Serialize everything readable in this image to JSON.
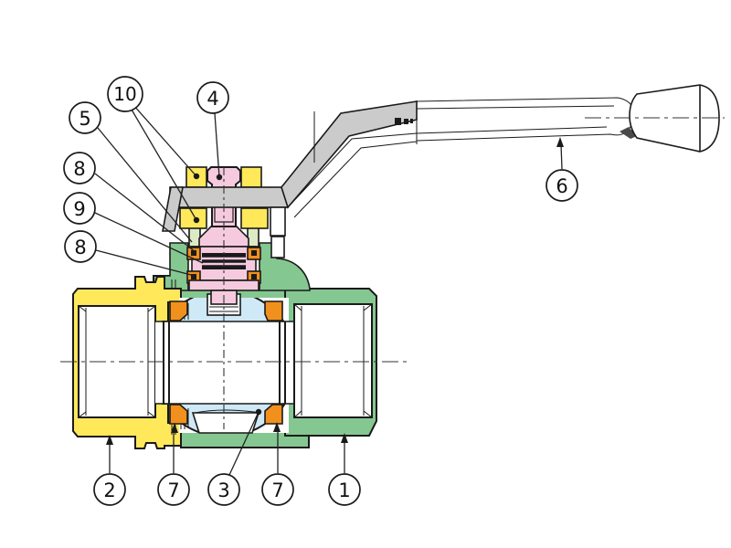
{
  "diagram": {
    "kind": "ball-valve-sectional-parts-diagram",
    "callouts": {
      "c1": {
        "label": "1"
      },
      "c2": {
        "label": "2"
      },
      "c3": {
        "label": "3"
      },
      "c4": {
        "label": "4"
      },
      "c5": {
        "label": "5"
      },
      "c6": {
        "label": "6"
      },
      "c7_left": {
        "label": "7"
      },
      "c7_right": {
        "label": "7"
      },
      "c8_upper": {
        "label": "8"
      },
      "c8_lower": {
        "label": "8"
      },
      "c9": {
        "label": "9"
      },
      "c10": {
        "label": "10"
      }
    },
    "colors": {
      "body_green": "#85C791",
      "end_cap_yellow": "#FFE85A",
      "stem_pink": "#F5CADE",
      "ball_blue": "#CFE9F6",
      "seat_orange": "#F2901D",
      "washer_pale_green": "#DCEBC6",
      "handle_gray": "#CBCBCB",
      "outline": "#1A1A1A"
    }
  }
}
